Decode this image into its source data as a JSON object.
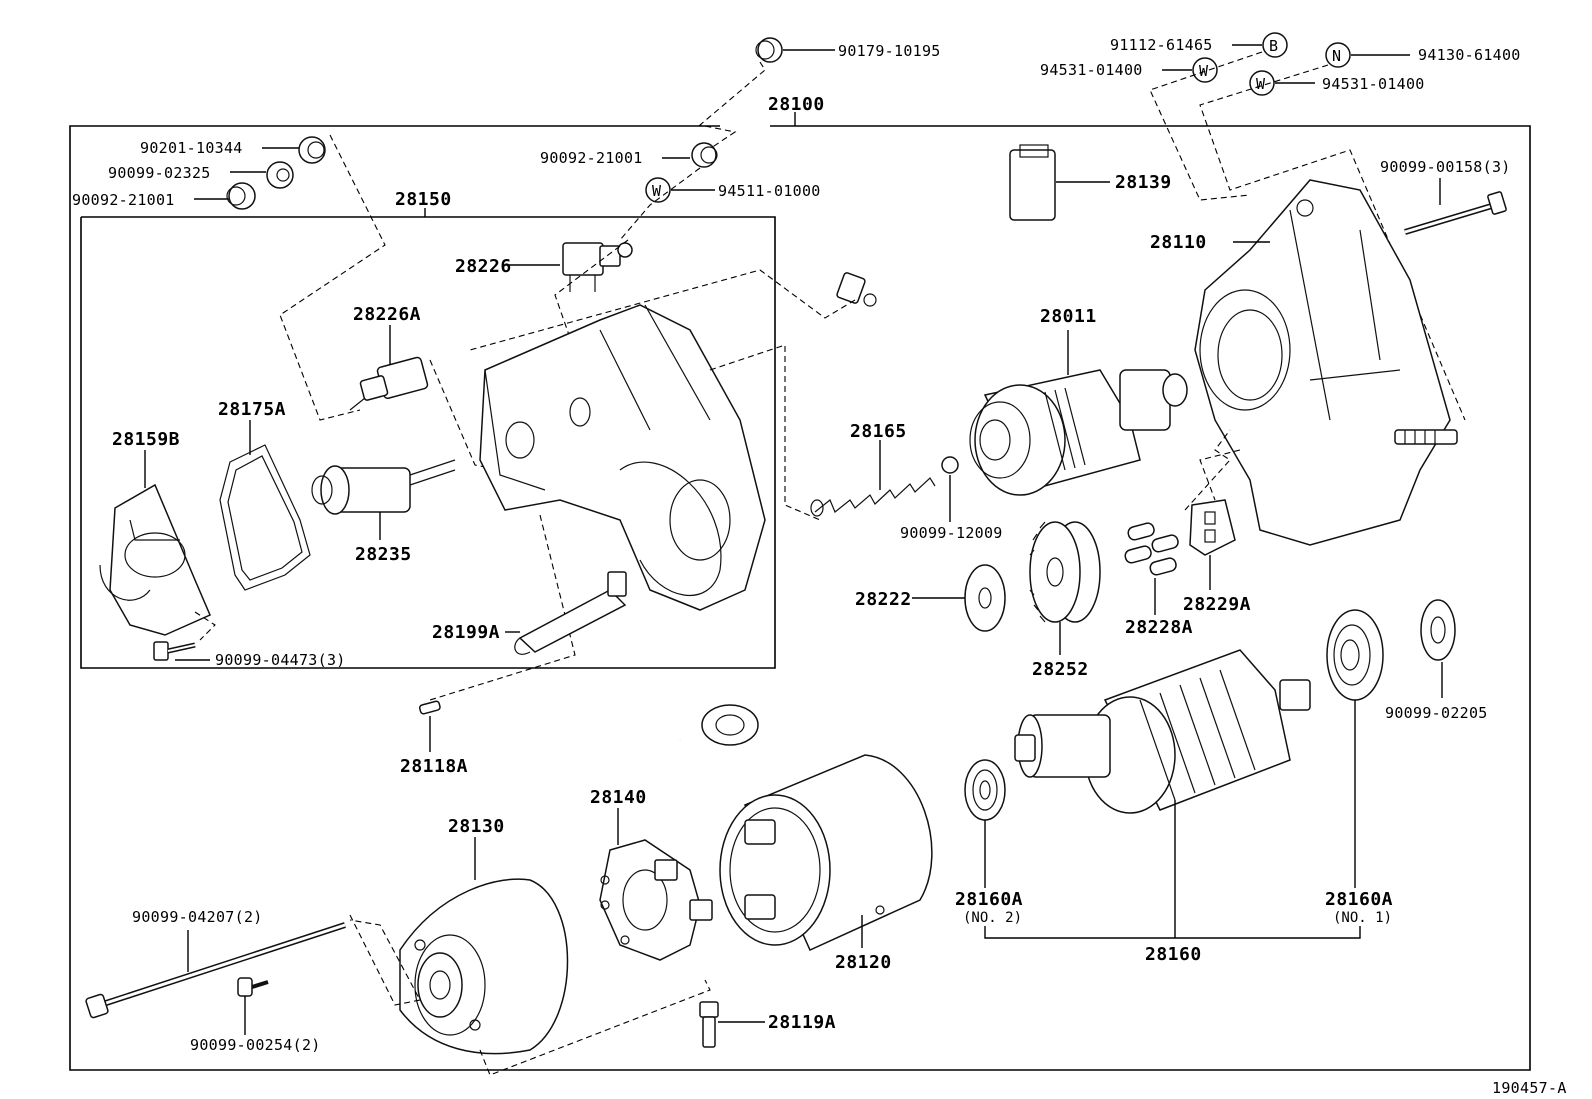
{
  "diagram_id": "190457-A",
  "assembly": "28100",
  "subassembly": "28150",
  "callouts": {
    "c90179": "90179-10195",
    "c91112": "91112-61465",
    "c94531a": "94531-01400",
    "c94130": "94130-61400",
    "c94531b": "94531-01400",
    "c90201": "90201-10344",
    "c90099_02325": "90099-02325",
    "c90092a": "90092-21001",
    "c90092b": "90092-21001",
    "c94511": "94511-01000",
    "c28139": "28139",
    "c90099_00158": "90099-00158(3)",
    "c28110": "28110",
    "c28226": "28226",
    "c28226A": "28226A",
    "c28011": "28011",
    "c28175A": "28175A",
    "c28159B": "28159B",
    "c28165": "28165",
    "c28235": "28235",
    "c90099_12009": "90099-12009",
    "c28222": "28222",
    "c28229A": "28229A",
    "c28228A": "28228A",
    "c28199A": "28199A",
    "c90099_04473": "90099-04473(3)",
    "c28252": "28252",
    "c90099_02205": "90099-02205",
    "c28118A": "28118A",
    "c28140": "28140",
    "c28130": "28130",
    "c28160A_a": "28160A",
    "c28160A_b": "28160A",
    "c28160A_a_sub": "(NO. 2)",
    "c28160A_b_sub": "(NO. 1)",
    "c90099_04207": "90099-04207(2)",
    "c28120": "28120",
    "c28160": "28160",
    "c90099_00254": "90099-00254(2)",
    "c28119A": "28119A"
  },
  "markers": {
    "m_b": "B",
    "m_n": "N",
    "m_w1": "W",
    "m_w2": "W",
    "m_w3": "W"
  }
}
